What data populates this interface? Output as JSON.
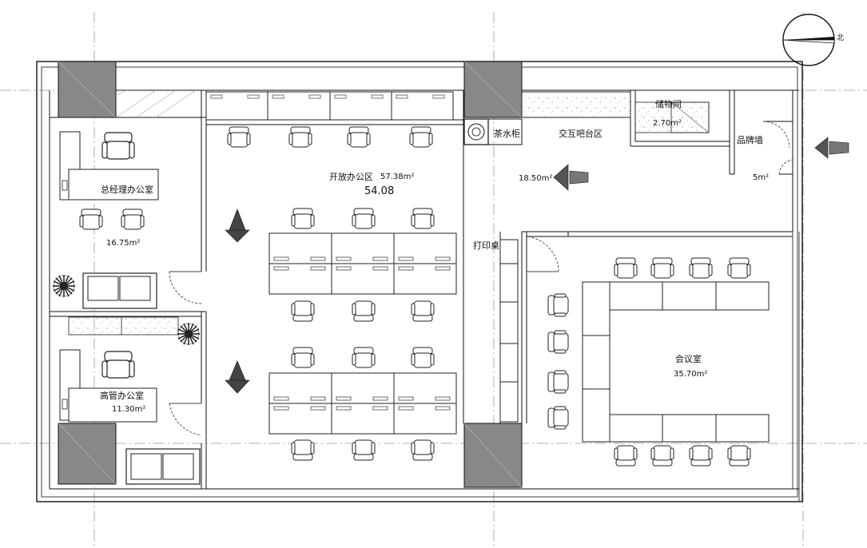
{
  "north_arrow": {
    "label": "北"
  },
  "rooms": {
    "gm_office": {
      "name": "总经理办公室",
      "area": "16.75m²"
    },
    "exec_office": {
      "name": "高管办公室",
      "area": "11.30m²"
    },
    "open_office": {
      "name": "开放办公区",
      "area": "57.38m²",
      "note": "54.08"
    },
    "tea_cabinet": {
      "name": "茶水柜"
    },
    "bar_area": {
      "name": "交互吧台区",
      "area": "18.50m²"
    },
    "storage": {
      "name": "储物间",
      "area": "2.70m²"
    },
    "brand_wall": {
      "name": "品牌墙",
      "area": "5m²"
    },
    "print_desk": {
      "name": "打印桌"
    },
    "meeting_room": {
      "name": "会议室",
      "area": "35.70m²"
    }
  }
}
